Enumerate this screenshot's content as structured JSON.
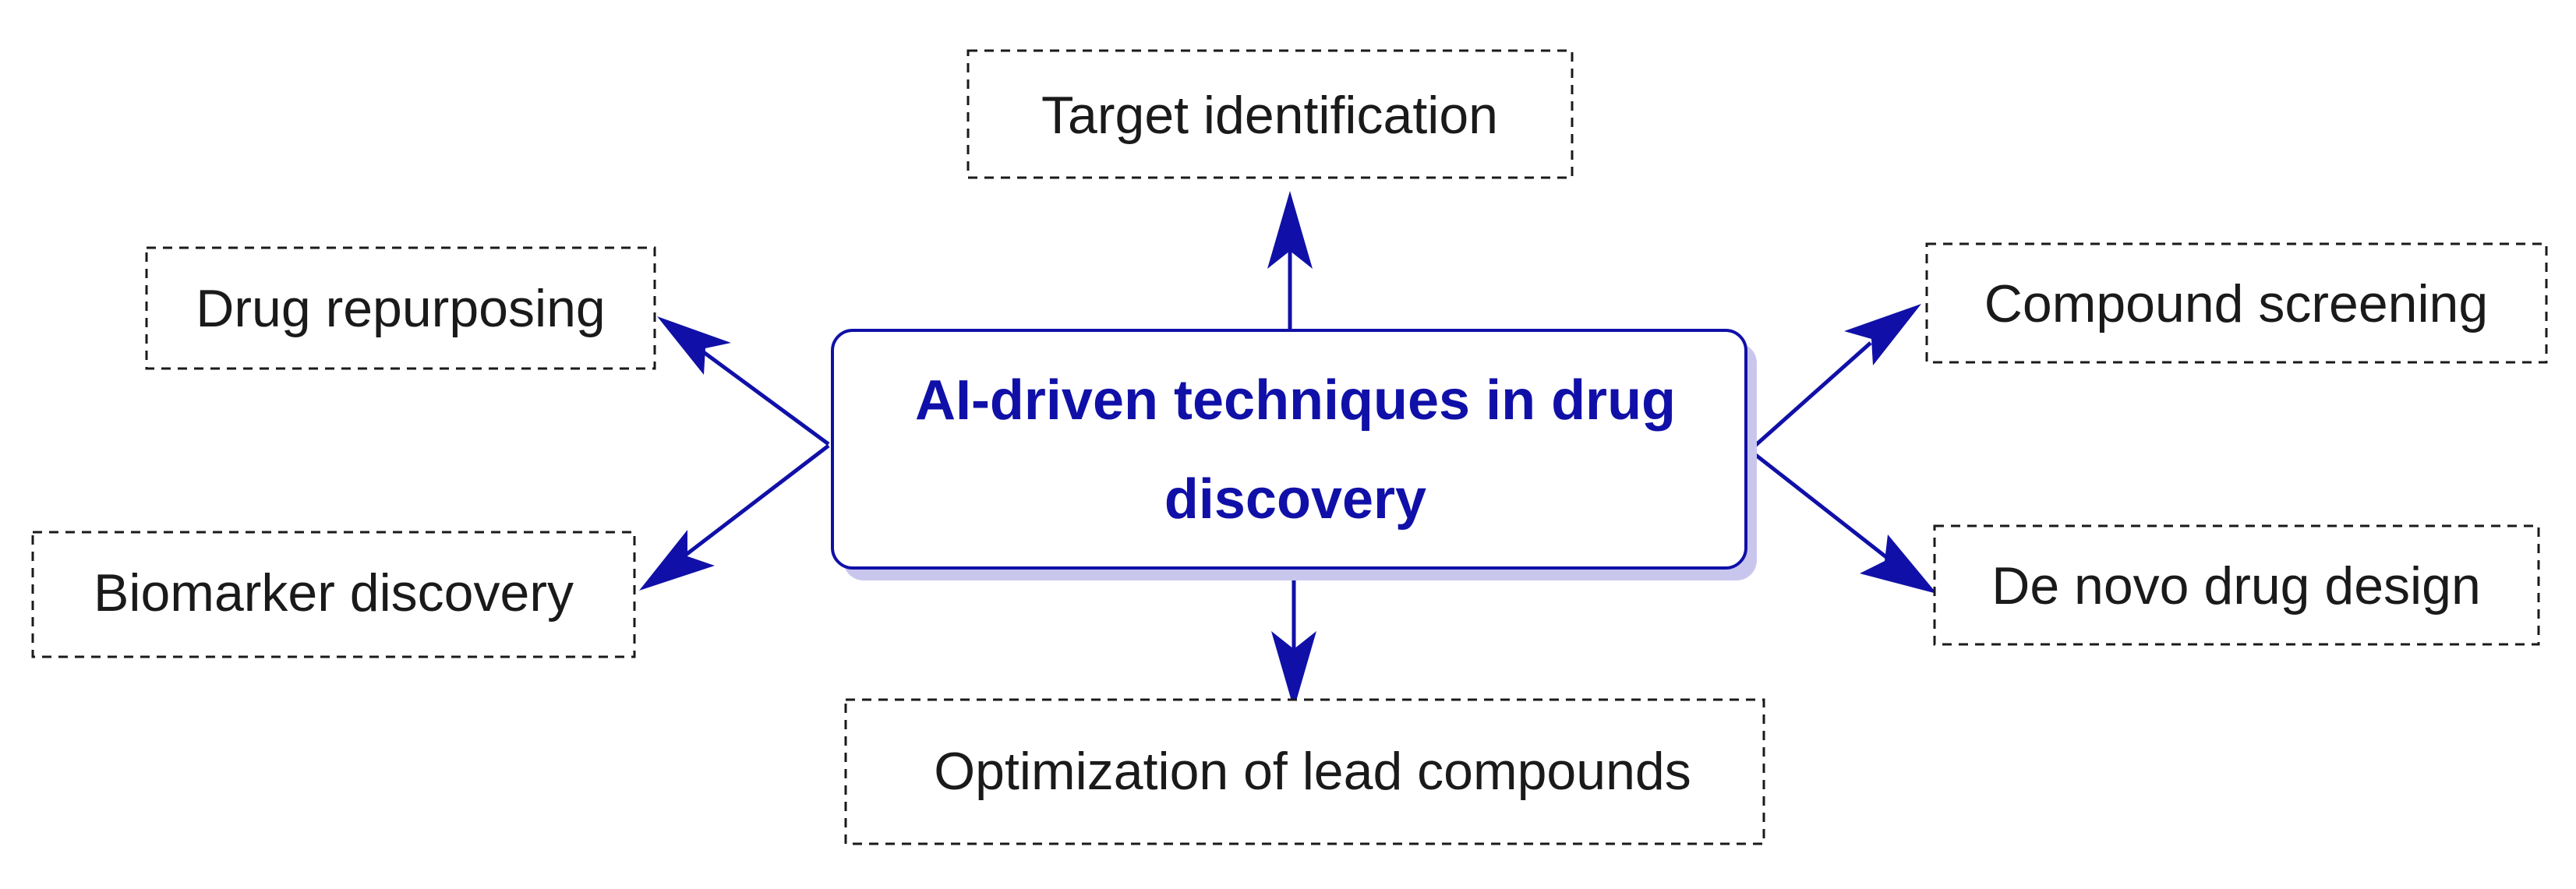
{
  "colors": {
    "accent": "#1010a8",
    "shadow": "#c9c6ee",
    "text": "#1a1a1a"
  },
  "center": {
    "line1": "AI-driven techniques in drug",
    "line2": "discovery"
  },
  "nodes": {
    "target_identification": "Target identification",
    "drug_repurposing": "Drug repurposing",
    "compound_screening": "Compound screening",
    "biomarker_discovery": "Biomarker discovery",
    "de_novo_drug_design": "De novo drug design",
    "optimization_of_lead_compounds": "Optimization of lead compounds"
  }
}
